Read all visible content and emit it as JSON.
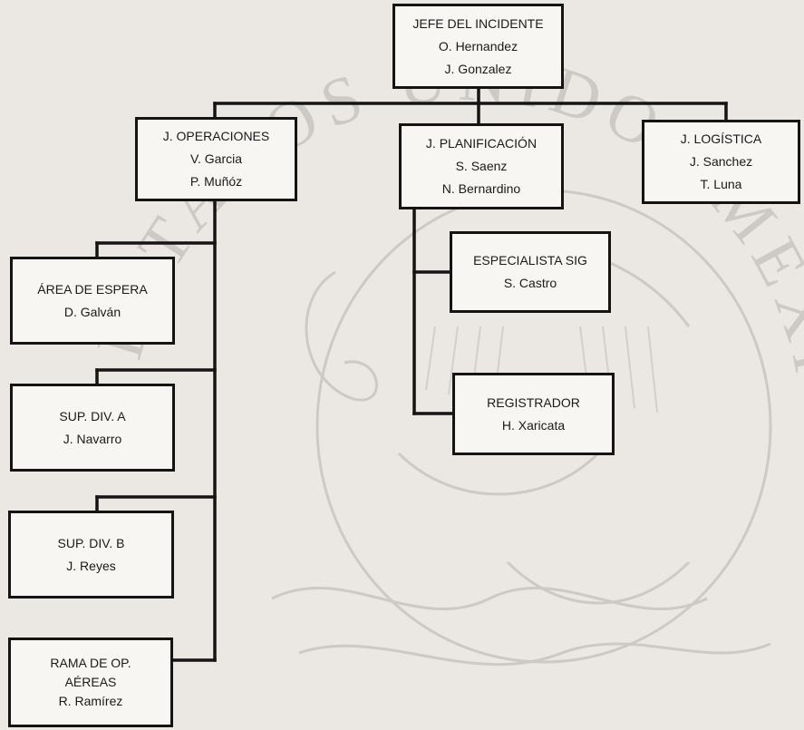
{
  "org_chart": {
    "watermark_text": "ESTADOS UNIDOS MEXICANOS",
    "nodes": {
      "jefe": {
        "title": "JEFE DEL INCIDENTE",
        "members": [
          "O. Hernandez",
          "J. Gonzalez"
        ]
      },
      "operaciones": {
        "title": "J. OPERACIONES",
        "members": [
          "V. Garcia",
          "P. Muñóz"
        ]
      },
      "planificacion": {
        "title": "J. PLANIFICACIÓN",
        "members": [
          "S. Saenz",
          "N. Bernardino"
        ]
      },
      "logistica": {
        "title": "J. LOGÍSTICA",
        "members": [
          "J. Sanchez",
          "T. Luna"
        ]
      },
      "area_espera": {
        "title": "ÁREA DE ESPERA",
        "members": [
          "D. Galván"
        ]
      },
      "sup_div_a": {
        "title": "SUP. DIV. A",
        "members": [
          "J. Navarro"
        ]
      },
      "sup_div_b": {
        "title": "SUP. DIV. B",
        "members": [
          "J. Reyes"
        ]
      },
      "rama_aereas": {
        "title_lines": [
          "RAMA DE OP.",
          "AÉREAS"
        ],
        "members": [
          "R. Ramírez"
        ]
      },
      "especialista_sig": {
        "title": "ESPECIALISTA SIG",
        "members": [
          "S. Castro"
        ]
      },
      "registrador": {
        "title": "REGISTRADOR",
        "members": [
          "H. Xaricata"
        ]
      }
    },
    "colors": {
      "box_border": "#141414",
      "connector": "#141414",
      "watermark": "#b9b5b0"
    }
  }
}
